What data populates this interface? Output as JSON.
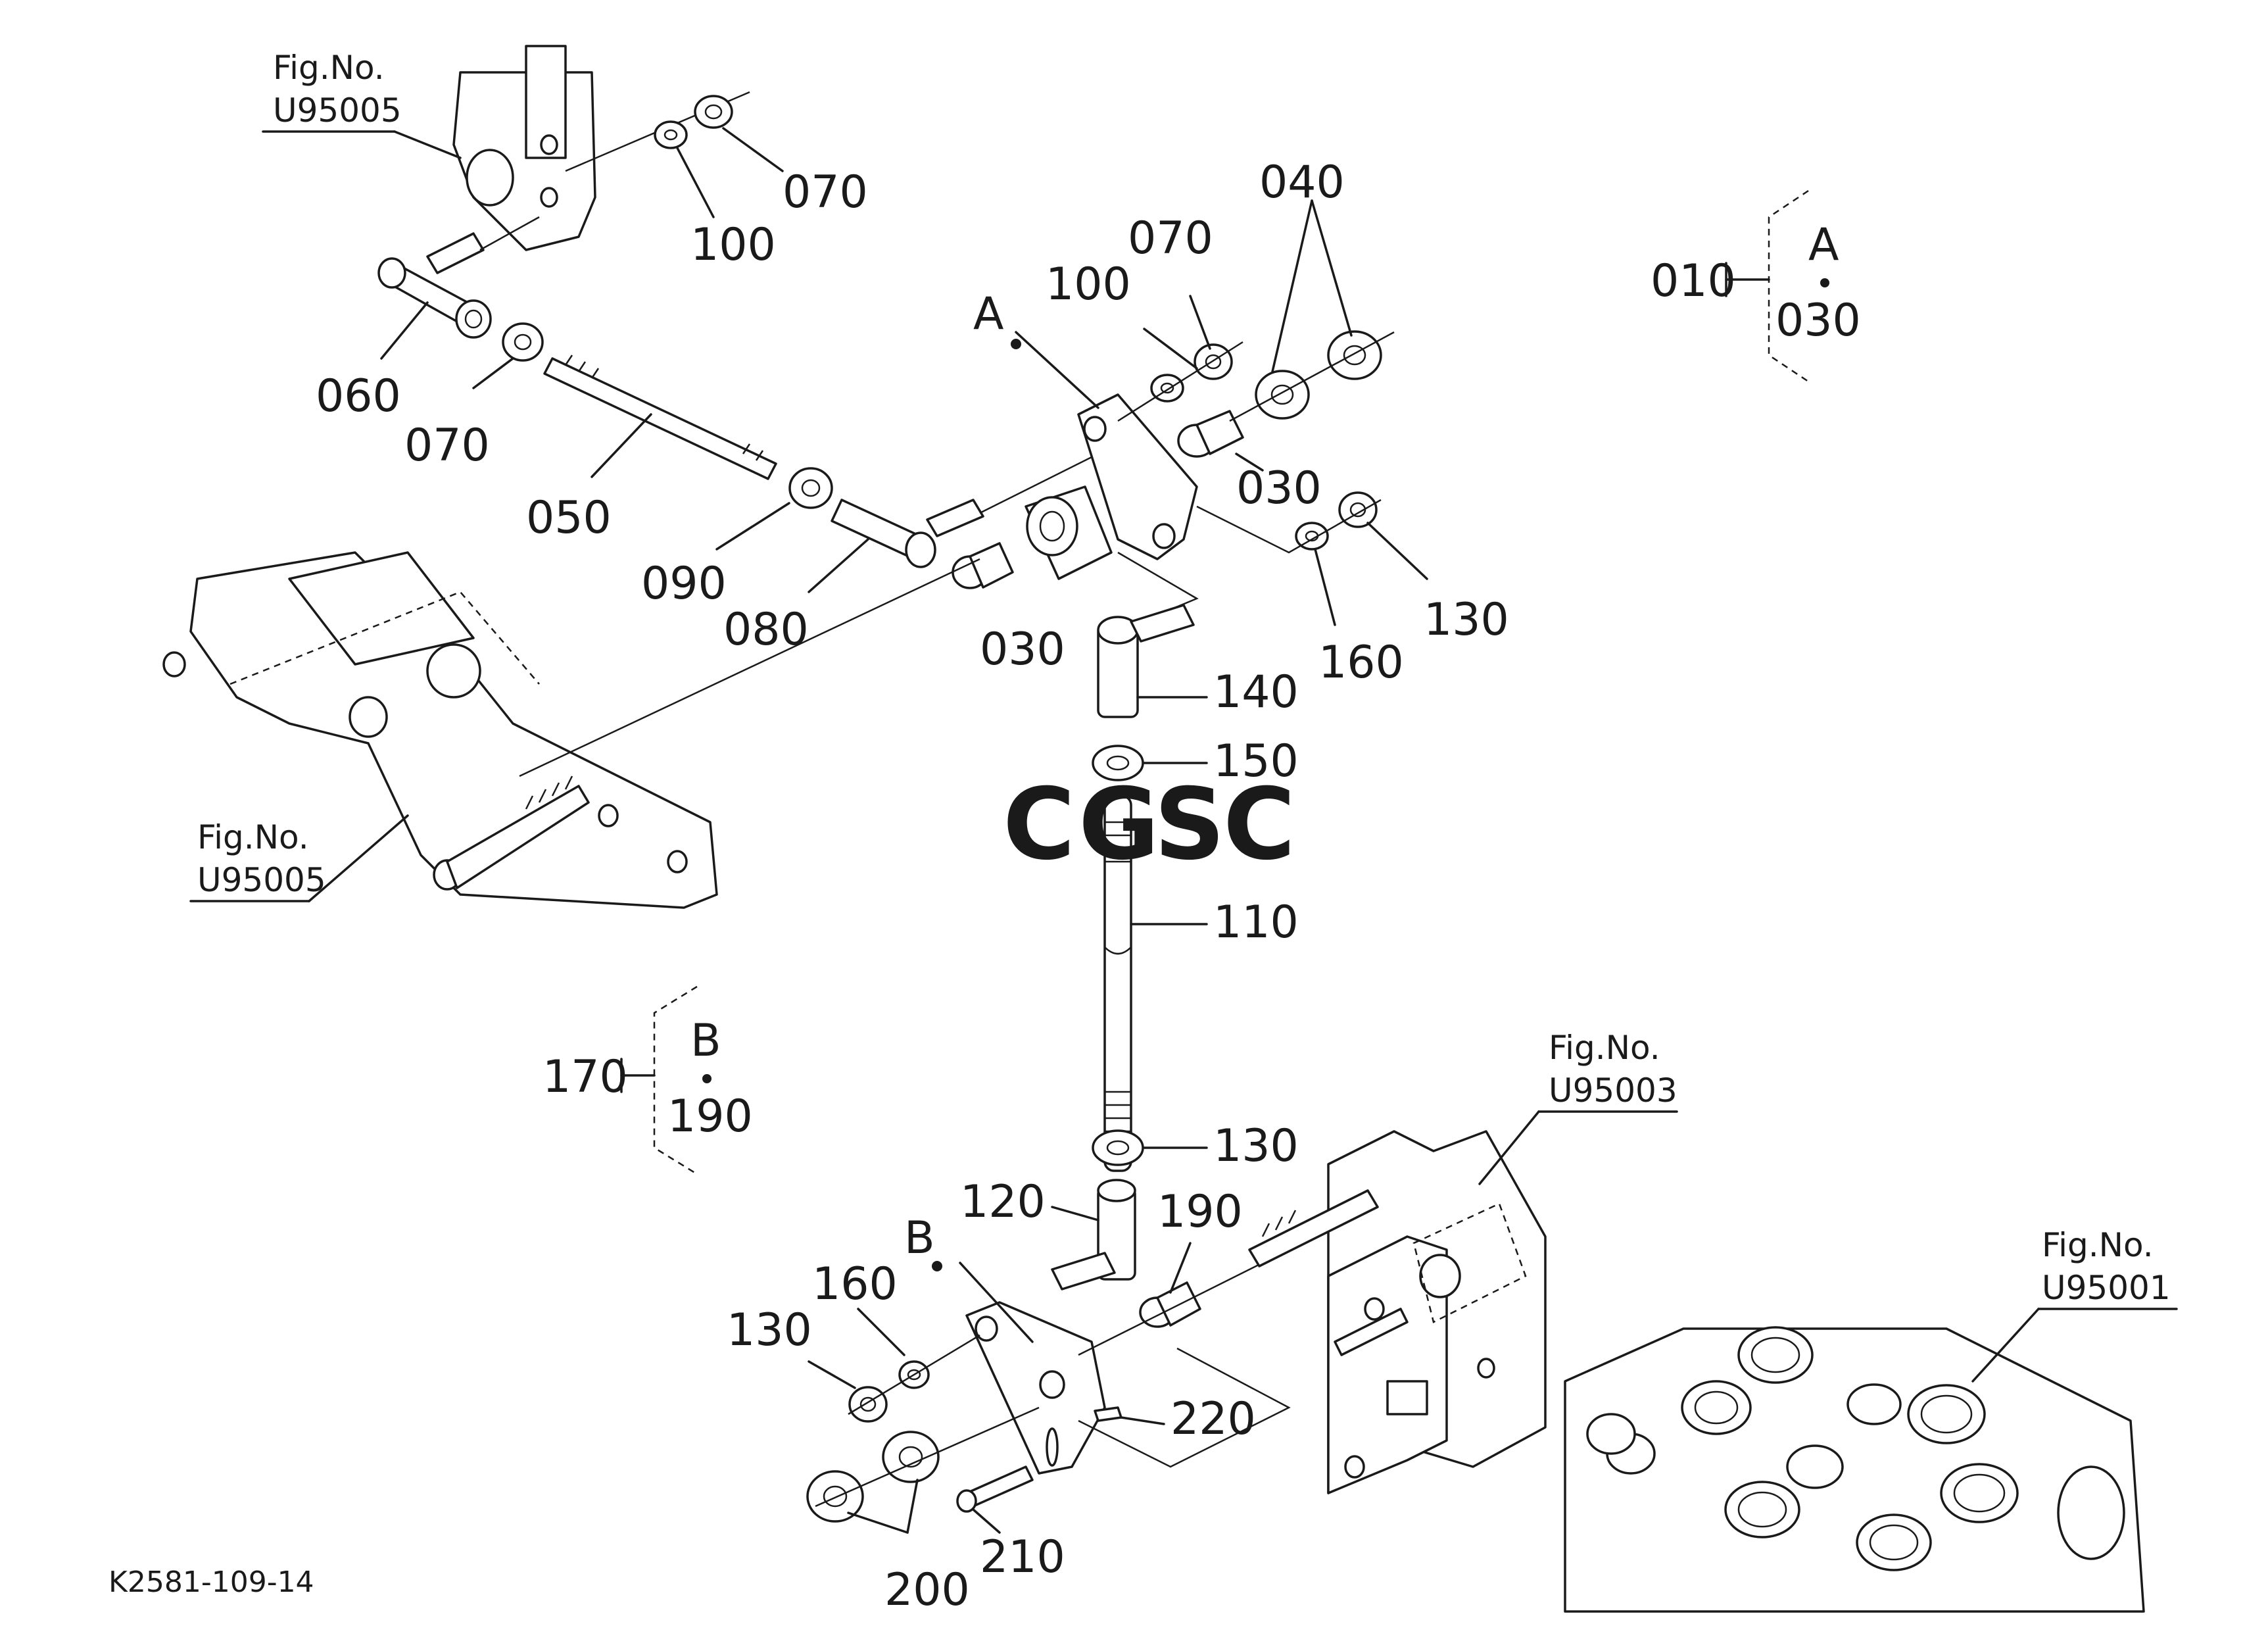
{
  "part_labels": {
    "p070a": "070",
    "p100a": "100",
    "p060": "060",
    "p070b": "070",
    "p050": "050",
    "p090": "090",
    "p080": "080",
    "p030a": "030",
    "p100b": "100",
    "p070c": "070",
    "p040": "040",
    "p030b": "030",
    "p160a": "160",
    "p130a": "130",
    "p140": "140",
    "p150": "150",
    "p110": "110",
    "p130b": "130",
    "p120": "120",
    "p190": "190",
    "p160b": "160",
    "p130c": "130",
    "p220": "220",
    "p210": "210",
    "p200": "200"
  },
  "fig_refs": [
    {
      "line1": "Fig.No.",
      "line2": "U95005"
    },
    {
      "line1": "Fig.No.",
      "line2": "U95005"
    },
    {
      "line1": "Fig.No.",
      "line2": "U95003"
    },
    {
      "line1": "Fig.No.",
      "line2": "U95001"
    }
  ],
  "group_a": {
    "letter": "A",
    "num": "010",
    "range_end": "030"
  },
  "group_b": {
    "letter": "B",
    "num": "170",
    "range_end": "190"
  },
  "callouts": {
    "a": "A",
    "b": "B"
  },
  "drawing_number": "K2581-109-14",
  "watermark": {
    "letters": [
      "C",
      "G",
      "S",
      "C"
    ],
    "colors": [
      "#6f9ce6",
      "#e8706a",
      "#f2c84b",
      "#5fb08a"
    ]
  }
}
